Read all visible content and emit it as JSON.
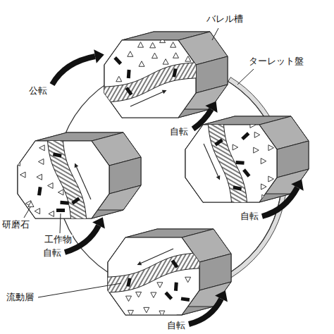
{
  "diagram": {
    "labels": [
      "バレル槽",
      "ターレット盤",
      "公転",
      "自転",
      "研磨石",
      "自転",
      "工作物",
      "自転",
      "流動層",
      "自転"
    ]
  }
}
